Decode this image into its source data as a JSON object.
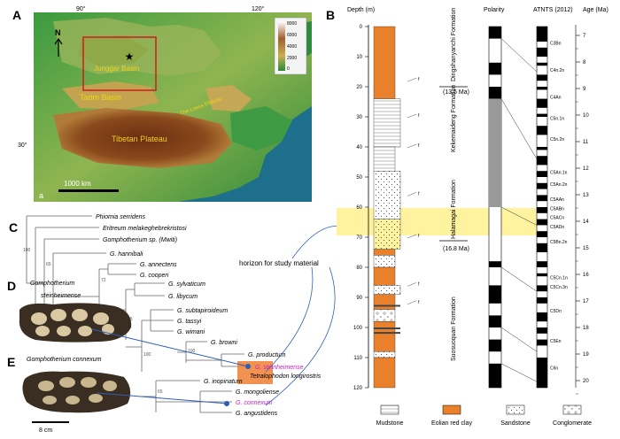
{
  "panels": {
    "A": "A",
    "B": "B",
    "C": "C",
    "D": "D",
    "E": "E"
  },
  "map": {
    "top_ticks": [
      "90°",
      "120°"
    ],
    "left_tick": "30°",
    "north": "N",
    "labels": {
      "junggar": "Junggar Basin",
      "tarim": "Tarim Basin",
      "tibetan": "Tibetan Plateau",
      "loess": "The Loess Plateau"
    },
    "scale": "1000 km",
    "corner": "a",
    "legend_values": [
      "8000",
      "6000",
      "4000",
      "2000",
      "0"
    ],
    "colors": {
      "low": "#1f8a3a",
      "mid": "#c9b55a",
      "high": "#7a3b1a",
      "sea": "#1d6f8c",
      "box": "#d22222"
    }
  },
  "strat": {
    "headers": {
      "depth": "Depth (m)",
      "polarity": "Polarity",
      "atnts": "ATNTS (2012)",
      "age": "Age (Ma)"
    },
    "depth_ticks": [
      "0",
      "10",
      "20",
      "30",
      "40",
      "50",
      "60",
      "70",
      "80",
      "90",
      "100",
      "110",
      "120"
    ],
    "age_ticks": [
      "7",
      "8",
      "9",
      "10",
      "11",
      "12",
      "13",
      "14",
      "15",
      "16",
      "17",
      "18",
      "19",
      "20"
    ],
    "formations": [
      "Dingshanyanchi Formation",
      "Kekemaideng Formation",
      "Halamagai Formation",
      "Suosuoquan Formation"
    ],
    "ages": [
      "(13.5 Ma)",
      "(16.8 Ma)"
    ],
    "chrons": [
      "C3Bn",
      "C4n.2n",
      "C4An",
      "C5n.1n",
      "C5n.2n",
      "C5An.1n",
      "C5An.2n",
      "C5AAn",
      "C5ABn",
      "C5ACn",
      "C5ADn",
      "C5Bn.2n",
      "C5Cn.1n",
      "C5Cn.3n",
      "C5Dn",
      "C5En",
      "C6n"
    ],
    "fossil_mark": "f",
    "legend": [
      "Mudstone",
      "Eolian red clay",
      "Sandstone",
      "Conglomerate"
    ],
    "colors": {
      "clay": "#e8802c",
      "highlight": "#fff3a0"
    }
  },
  "tree": {
    "taxa": [
      "Phiomia serridens",
      "Eritreum melakeghebrekristosi",
      "Gomphotherium sp. (Mwiti)",
      "G. hannibali",
      "G. annectens",
      "G. cooperi",
      "G. sylvaticum",
      "G. libycum",
      "G. subtapiroideum",
      "G. tassyi",
      "G. wimani",
      "G. browni",
      "G. productum",
      "G. steinheimense",
      "Tetralophodon longirostris",
      "G. inopinatum",
      "G. mongoliense",
      "G. connexum",
      "G. angustidens"
    ],
    "support": [
      "100",
      "65",
      "72",
      "65",
      "100",
      "100",
      "65"
    ],
    "highlight_color": "#ee7f33",
    "magenta": "#d21ad2"
  },
  "specimens": {
    "D": {
      "name1": "Gomphotherium",
      "name2": "steinheimense"
    },
    "E": {
      "name": "Gomphotherium connexum",
      "scale": "8 cm"
    }
  },
  "annotation": "horizon for study material"
}
